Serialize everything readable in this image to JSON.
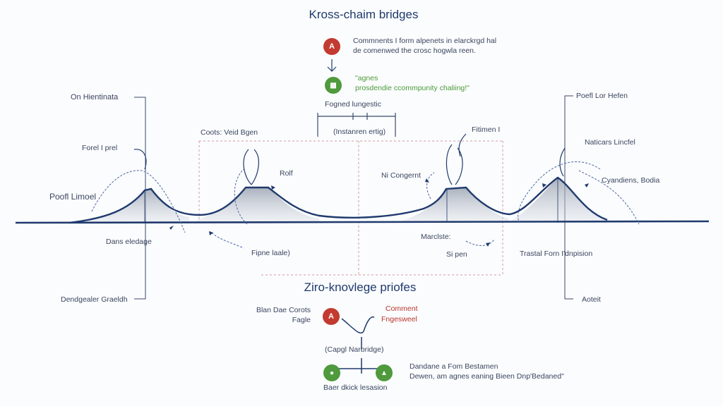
{
  "top": {
    "title": "Kross-chaim bridges",
    "note_line1": "Commnents I form alpenets in elarckrgd hal",
    "note_line2": "de comenwed the crosc hogwla reen.",
    "icon_a": "A",
    "green_line1": "\"agnes",
    "green_line2": "prosdendie ccommpunity chaliing!\"",
    "fogned": "Fogned lungestic",
    "instar": "(Instanren ertig)"
  },
  "left_labels": {
    "on_hientinata": "On Hientinata",
    "forel": "Forel I prel",
    "poofl_limoel": "Poofl Limoel",
    "dans": "Dans eledage",
    "dendgealer": "Dendgealer Graeldh"
  },
  "mid_labels": {
    "coots": "Coots: Veid Bgen",
    "rolf": "Rolf",
    "fipne": "Fipne laale)",
    "ni_congernt": "Ni Congernt",
    "fitimen": "Fitimen I",
    "marclste": "Marclste:",
    "sipen": "Si pen"
  },
  "right_labels": {
    "poefl": "Poefl Lor Hefen",
    "naticars": "Naticars Lincfel",
    "cyandiens": "Cyandiens, Bodia",
    "trastal": "Trastal Forn I'dnpision",
    "aoteit": "Aoteit"
  },
  "bottom": {
    "title": "Ziro-knovlege priofes",
    "blan1": "Blan Dae Corots",
    "blan2": "Fagle",
    "icon_a": "A",
    "comment1": "Comment",
    "comment2": "Fngesweel",
    "capgl": "(Capgl Narbridge)",
    "dandane1": "Dandane a Fom Bestamen",
    "dandane2": "Dewen, am agnes eaning Bieen Dnp'Bedaned\"",
    "baer": "Baer dkick lesasion"
  },
  "colors": {
    "main_line": "#1f3a6e",
    "title": "#1f3a6e",
    "green": "#4a9a3a",
    "red": "#b8342c",
    "dashed": "#c98a8a",
    "hill_fill": "#b9c0cc"
  },
  "icons": {
    "lock": "lock-icon",
    "arrow_down": "arrow-down-icon",
    "node_red": "node-a-icon",
    "node_green": "node-icon"
  }
}
